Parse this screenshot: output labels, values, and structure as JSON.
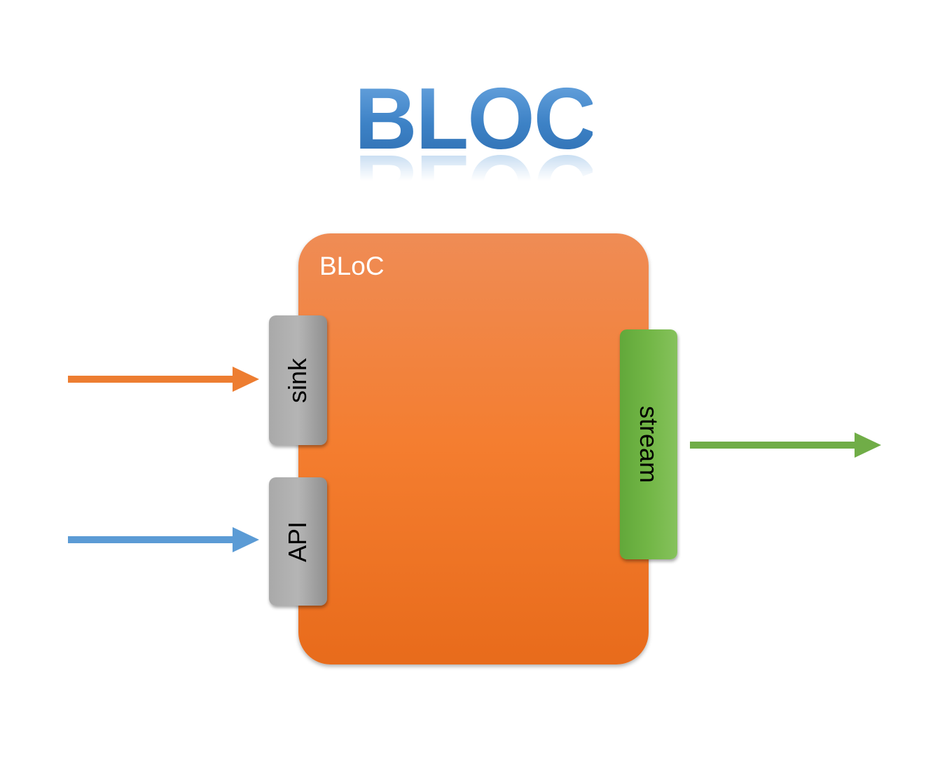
{
  "title": "BLOC",
  "bloc_box": {
    "label": "BLoC",
    "color": "#f47d2f"
  },
  "inputs": [
    {
      "label": "sink",
      "arrow_color": "#ed7d31"
    },
    {
      "label": "API",
      "arrow_color": "#5b9bd5"
    }
  ],
  "output": {
    "label": "stream",
    "arrow_color": "#70ad47"
  }
}
